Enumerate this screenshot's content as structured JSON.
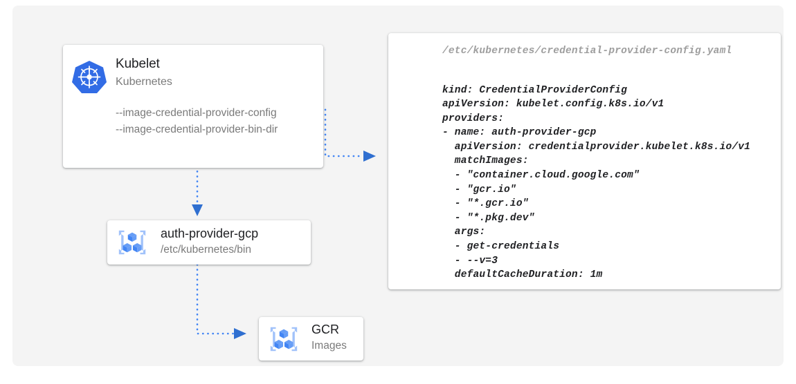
{
  "canvas": {
    "background_color": "#f4f4f4",
    "page_background_color": "#ffffff"
  },
  "colors": {
    "accent_blue": "#4285f4",
    "kubernetes_blue": "#326ce5",
    "icon_light_blue": "#a1c2fa",
    "icon_mid_blue": "#669df6",
    "title_text": "#202124",
    "muted_text": "#7a7a7a",
    "code_path_text": "#9e9e9e",
    "card_background": "#ffffff"
  },
  "kubelet_card": {
    "icon_name": "kubernetes-logo-icon",
    "title": "Kubelet",
    "subtitle": "Kubernetes",
    "flags": [
      "--image-credential-provider-config",
      "--image-credential-provider-bin-dir"
    ]
  },
  "auth_provider_card": {
    "icon_name": "gcp-container-registry-icon",
    "title": "auth-provider-gcp",
    "subtitle": "/etc/kubernetes/bin"
  },
  "gcr_card": {
    "icon_name": "gcp-container-registry-icon",
    "title": "GCR",
    "subtitle": "Images"
  },
  "code_card": {
    "path": "/etc/kubernetes/credential-provider-config.yaml",
    "lines": [
      "kind: CredentialProviderConfig",
      "apiVersion: kubelet.config.k8s.io/v1",
      "providers:",
      "- name: auth-provider-gcp",
      "  apiVersion: credentialprovider.kubelet.k8s.io/v1",
      "  matchImages:",
      "  - \"container.cloud.google.com\"",
      "  - \"gcr.io\"",
      "  - \"*.gcr.io\"",
      "  - \"*.pkg.dev\"",
      "  args:",
      "  - get-credentials",
      "  - --v=3",
      "  defaultCacheDuration: 1m"
    ]
  },
  "connectors": [
    {
      "name": "kubelet-to-config",
      "from": "kubelet_card.flags.0",
      "to": "code_card",
      "style": "dotted-elbow-arrow"
    },
    {
      "name": "kubelet-to-auth-provider",
      "from": "kubelet_card",
      "to": "auth_provider_card",
      "style": "dotted-vertical-arrow"
    },
    {
      "name": "auth-provider-to-gcr",
      "from": "auth_provider_card",
      "to": "gcr_card",
      "style": "dotted-elbow-arrow"
    }
  ]
}
